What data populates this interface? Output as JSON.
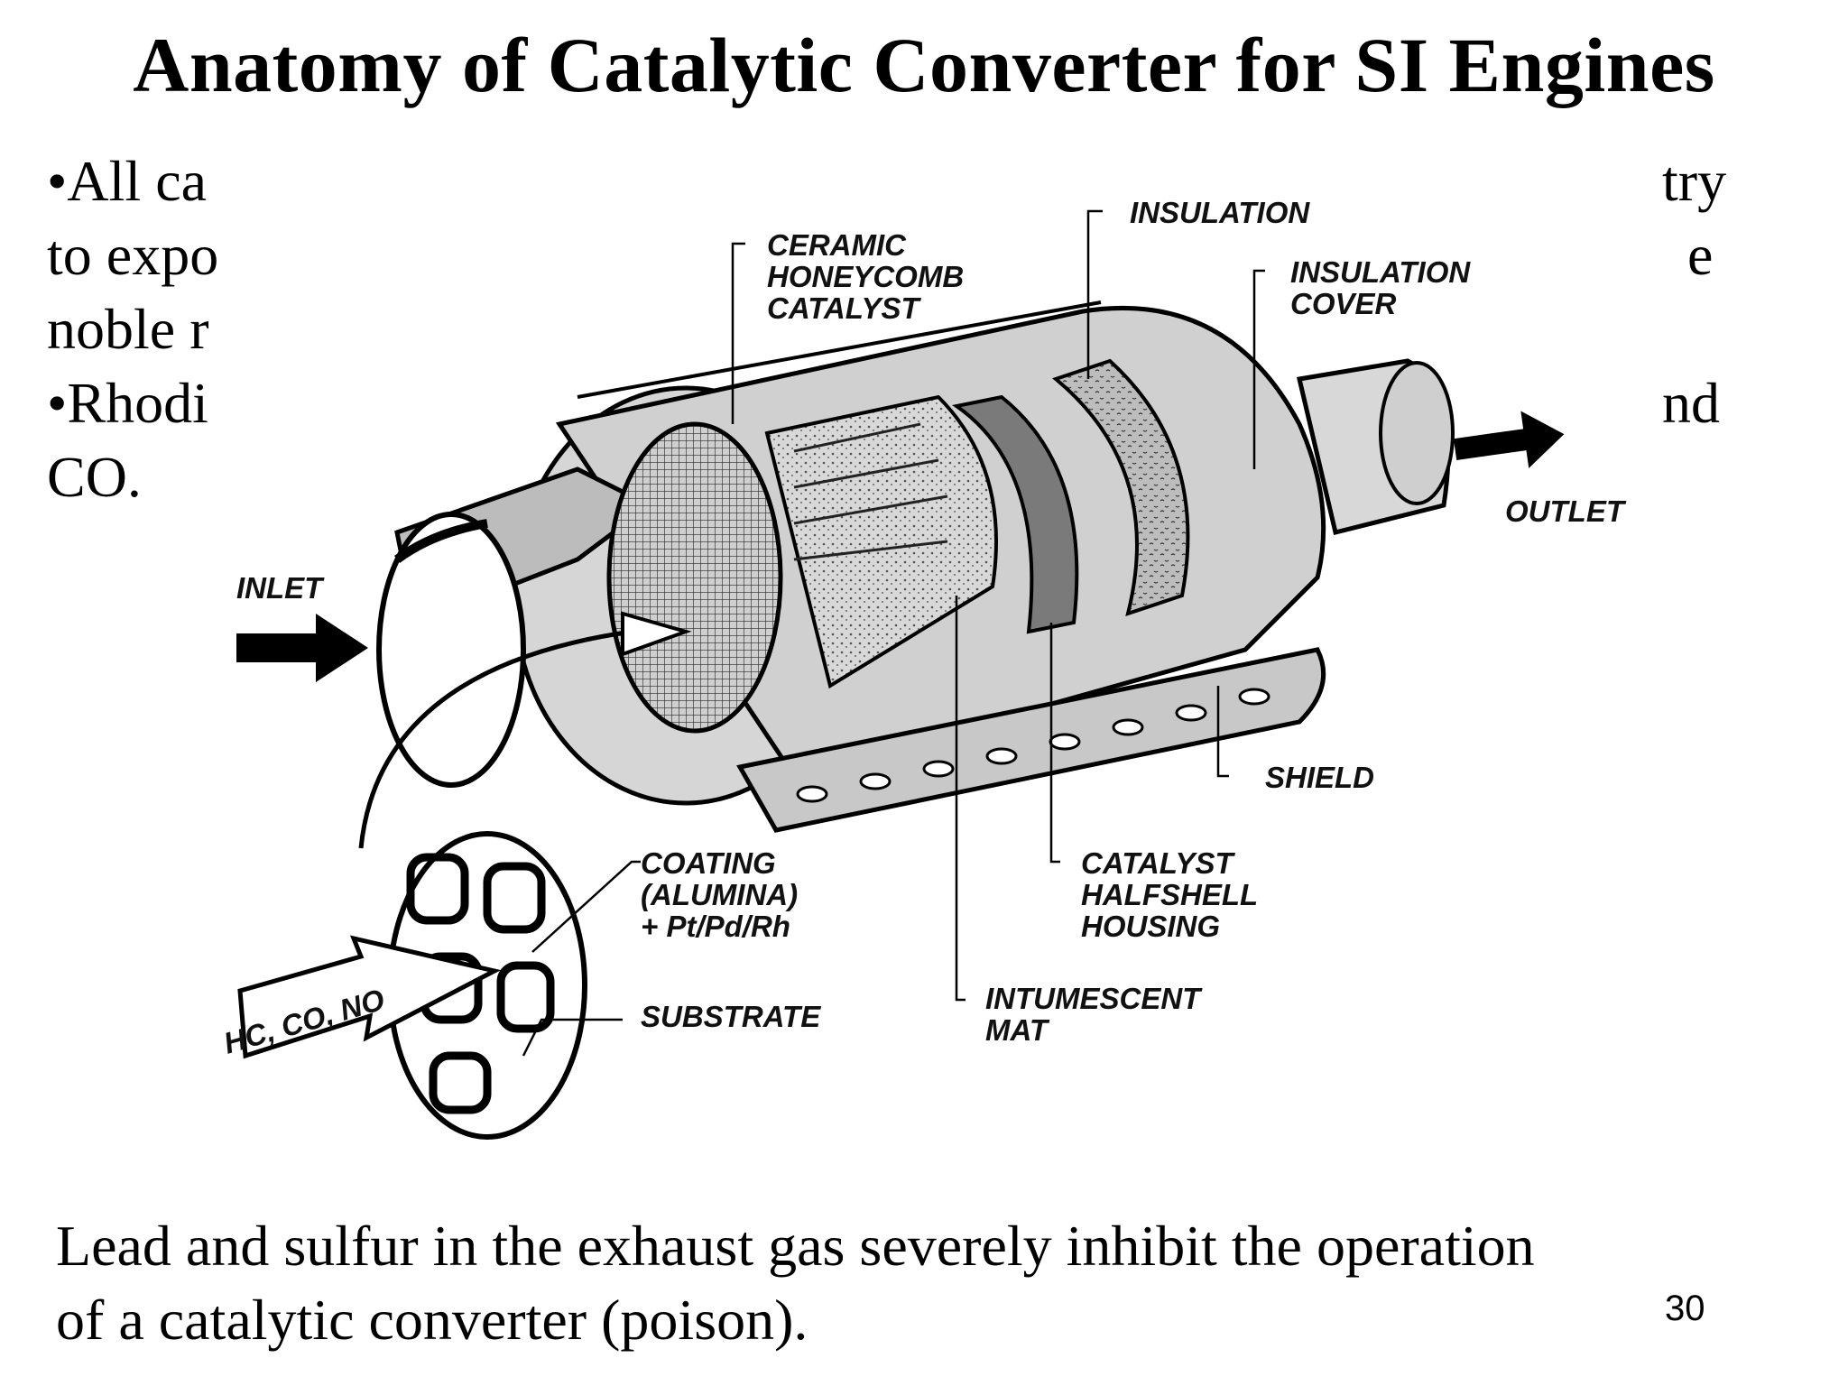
{
  "title": "Anatomy of Catalytic Converter for SI Engines",
  "bullets": [
    {
      "lines": [
        "•All ca",
        "to expo",
        "noble r"
      ],
      "line_ends": [
        "try",
        "e"
      ]
    },
    {
      "lines": [
        "•Rhodi",
        "CO."
      ],
      "line_ends": [
        "nd"
      ]
    }
  ],
  "diagram": {
    "labels": {
      "insulation": "INSULATION",
      "ceramic_1": "CERAMIC",
      "ceramic_2": "HONEYCOMB",
      "ceramic_3": "CATALYST",
      "insulation_cover_1": "INSULATION",
      "insulation_cover_2": "COVER",
      "inlet": "INLET",
      "outlet": "OUTLET",
      "shield": "SHIELD",
      "coating_1": "COATING",
      "coating_2": "(ALUMINA)",
      "coating_3": "+ Pt/Pd/Rh",
      "substrate": "SUBSTRATE",
      "housing_1": "CATALYST",
      "housing_2": "HALFSHELL",
      "housing_3": "HOUSING",
      "mat_1": "INTUMESCENT",
      "mat_2": "MAT",
      "gases": "HC, CO, NO"
    }
  },
  "bottom_text": [
    "Lead and sulfur in the exhaust gas severely inhibit the operation",
    "of a catalytic converter (poison)."
  ],
  "page_number": "30"
}
